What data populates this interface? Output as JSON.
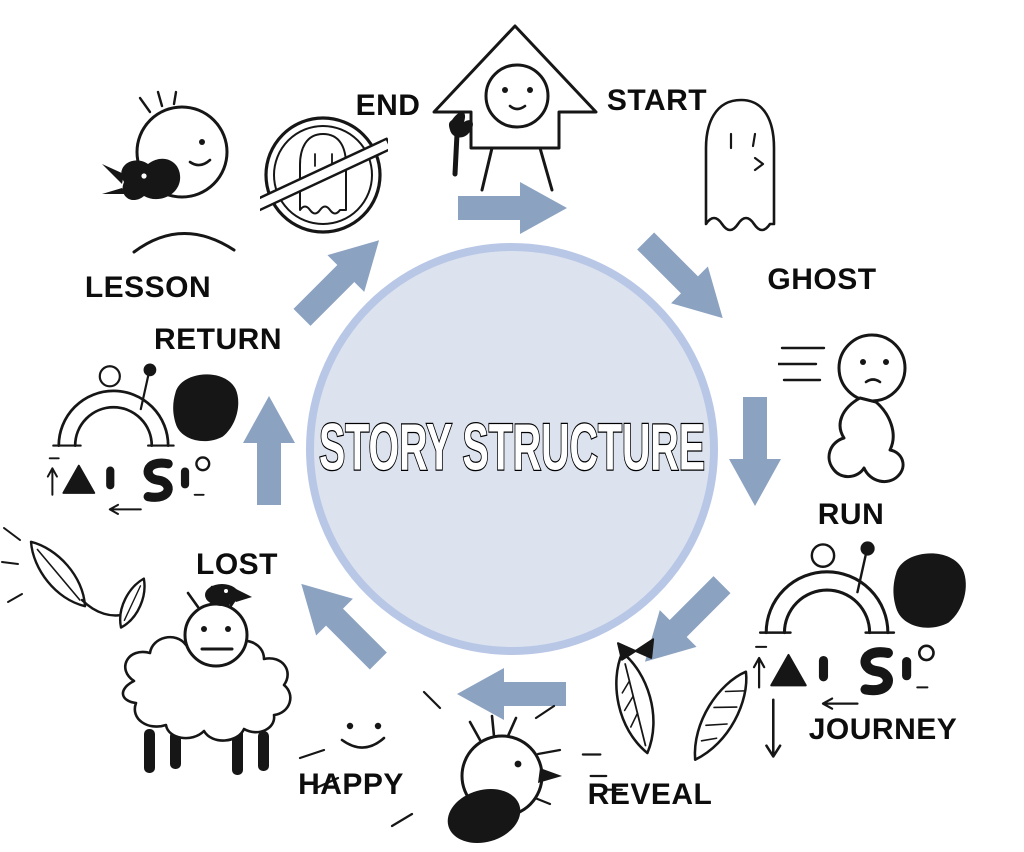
{
  "title": "STORY STRUCTURE",
  "diagram": {
    "type": "cycle",
    "direction": "clockwise",
    "arrow_count": 8
  },
  "colors": {
    "background": "#ffffff",
    "circle_fill": "#dce3ef",
    "circle_ring": "#b9c7e6",
    "arrow": "#8ca2c1",
    "label_text": "#0d0d0d",
    "title_fill": "#ffffff",
    "title_outline": "#000000",
    "ink": "#161616"
  },
  "cycle": {
    "stages": [
      {
        "label": "START",
        "icon": "start-arrow-person-icon"
      },
      {
        "label": "GHOST",
        "icon": "ghost-icon"
      },
      {
        "label": "RUN",
        "icon": "running-person-icon"
      },
      {
        "label": "JOURNEY",
        "icon": "journey-glyphs-icon"
      },
      {
        "label": "REVEAL",
        "icon": "feather-leaves-icon"
      },
      {
        "label": "HAPPY",
        "icon": "happy-bird-icon"
      },
      {
        "label": "LOST",
        "icon": "lost-sheep-icon"
      },
      {
        "label": "RETURN",
        "icon": "return-journey-glyphs-icon"
      },
      {
        "label": "LESSON",
        "icon": "bird-person-icon"
      },
      {
        "label": "END",
        "icon": "no-ghost-icon"
      }
    ]
  }
}
